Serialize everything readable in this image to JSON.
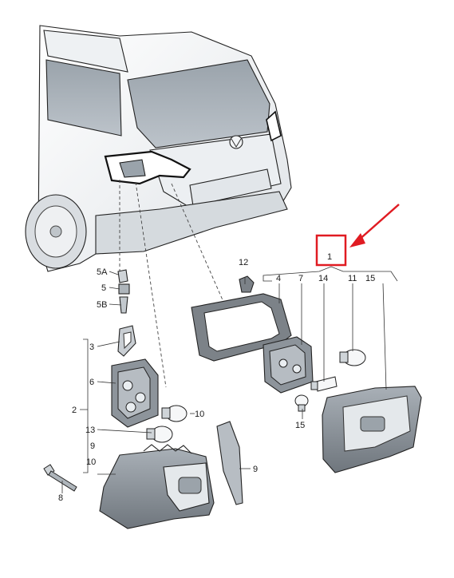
{
  "diagram": {
    "highlight_color": "#e01b22",
    "part_fill": "#c9ced3",
    "part_dark": "#7c8288",
    "callouts": {
      "c1": "1",
      "c2": "2",
      "c3": "3",
      "c4": "4",
      "c5": "5",
      "c5a": "5A",
      "c5b": "5B",
      "c6": "6",
      "c7": "7",
      "c8": "8",
      "c9a": "9",
      "c9b": "9",
      "c10a": "10",
      "c10b": "10",
      "c11": "11",
      "c12": "12",
      "c13": "13",
      "c14": "14",
      "c15a": "15",
      "c15b": "15"
    }
  }
}
